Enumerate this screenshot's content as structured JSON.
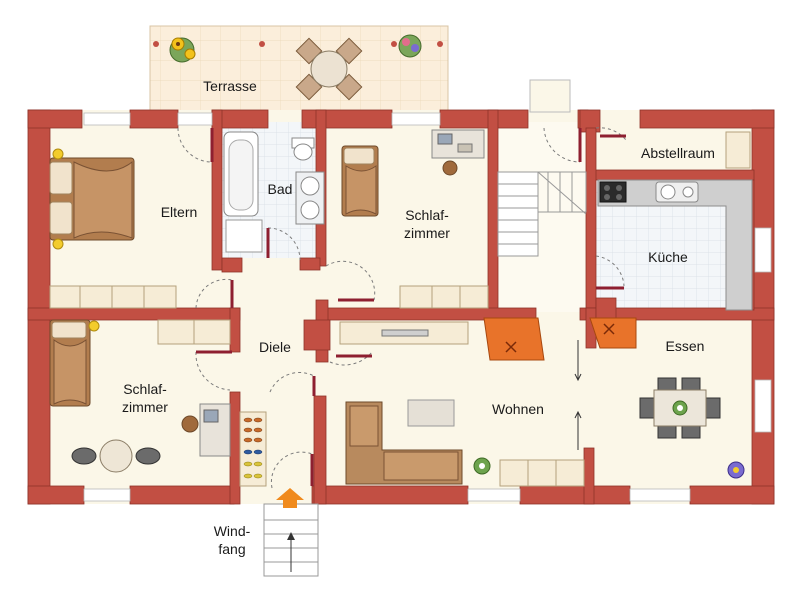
{
  "plan": {
    "rooms": {
      "terrasse": "Terrasse",
      "eltern": "Eltern",
      "bad": "Bad",
      "schlafzimmer_1": "Schlaf-\nzimmer",
      "abstellraum": "Abstellraum",
      "kueche": "Küche",
      "diele": "Diele",
      "schlafzimmer_2": "Schlaf-\nzimmer",
      "wohnen": "Wohnen",
      "essen": "Essen",
      "windfang": "Wind-\nfang"
    }
  },
  "colors": {
    "wall": "#c24f43",
    "floor": "#fbf7e8",
    "tile": "#eef2f6",
    "terrace": "#f8ecd8",
    "furniture_wood": "#a8784a",
    "cabinet": "#f6ecd6",
    "counter": "#cfcfcf",
    "fireplace": "#e8732a",
    "entrance_arrow": "#f08a1c",
    "door": "#8e1f30"
  }
}
